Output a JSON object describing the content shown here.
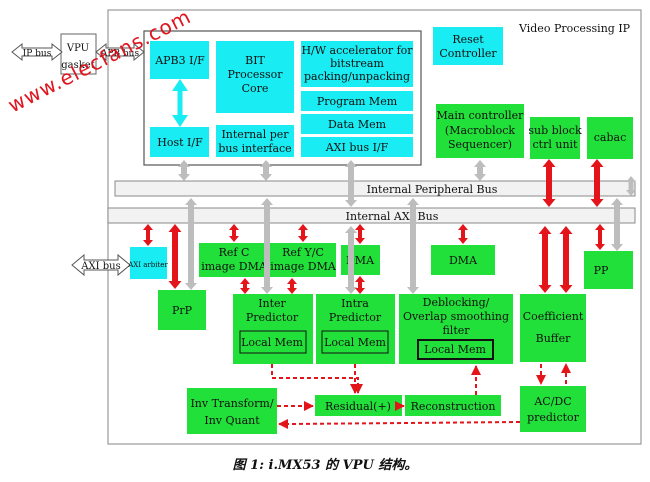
{
  "diagram": {
    "outer_title": "Video Processing IP",
    "bit_box": {
      "apb3": "APB3 I/F",
      "host": "Host I/F",
      "bit_core": [
        "BIT",
        "Processor",
        "Core"
      ],
      "internal_per": [
        "Internal per",
        "bus interface"
      ],
      "hw_accel": [
        "H/W accelerator for",
        "bitstream",
        "packing/unpacking"
      ],
      "program_mem": "Program Mem",
      "data_mem": "Data Mem",
      "axi_if": "AXI bus I/F"
    },
    "reset": [
      "Reset",
      "Controller"
    ],
    "main_controller": [
      "Main controller",
      "(Macroblock",
      "Sequencer)"
    ],
    "sub_block": [
      "sub block",
      "ctrl unit"
    ],
    "cabac": "cabac",
    "internal_peripheral_bus": "Internal Peripheral Bus",
    "internal_axi_bus": "Internal AXI Bus",
    "ip_bus": "IP bus",
    "vpu_gasket": [
      "VPU",
      "gasket"
    ],
    "apb_bus": "APB bus",
    "axi_bus": "AXI bus",
    "axi_arbiter": "AXI arbiter",
    "ref_c": [
      "Ref C",
      "image DMA"
    ],
    "ref_yc": [
      "Ref Y/C",
      "image DMA"
    ],
    "dma1": "DMA",
    "dma2": "DMA",
    "pp": "PP",
    "prp": "PrP",
    "inter_predictor": [
      "Inter",
      "Predictor"
    ],
    "intra_predictor": [
      "Intra",
      "Predictor"
    ],
    "local_mem": "Local Mem",
    "deblocking": [
      "Deblocking/",
      "Overlap smoothing",
      "filter"
    ],
    "coefficient_buffer": [
      "Coefficient",
      "Buffer"
    ],
    "inv_transform": [
      "Inv Transform/",
      "Inv Quant"
    ],
    "residual": "Residual(+)",
    "reconstruction": "Reconstruction",
    "acdc": [
      "AC/DC",
      "predictor"
    ]
  },
  "caption": "图 1: i.MX53 的 VPU 结构。",
  "watermark": "www.elecfans.com",
  "colors": {
    "green": "#22e03a",
    "cyan": "#19ecf2",
    "red_arrow": "#e3141a",
    "gray_arrow": "#bdbdbd",
    "bus_fill": "#f2f2f2"
  }
}
